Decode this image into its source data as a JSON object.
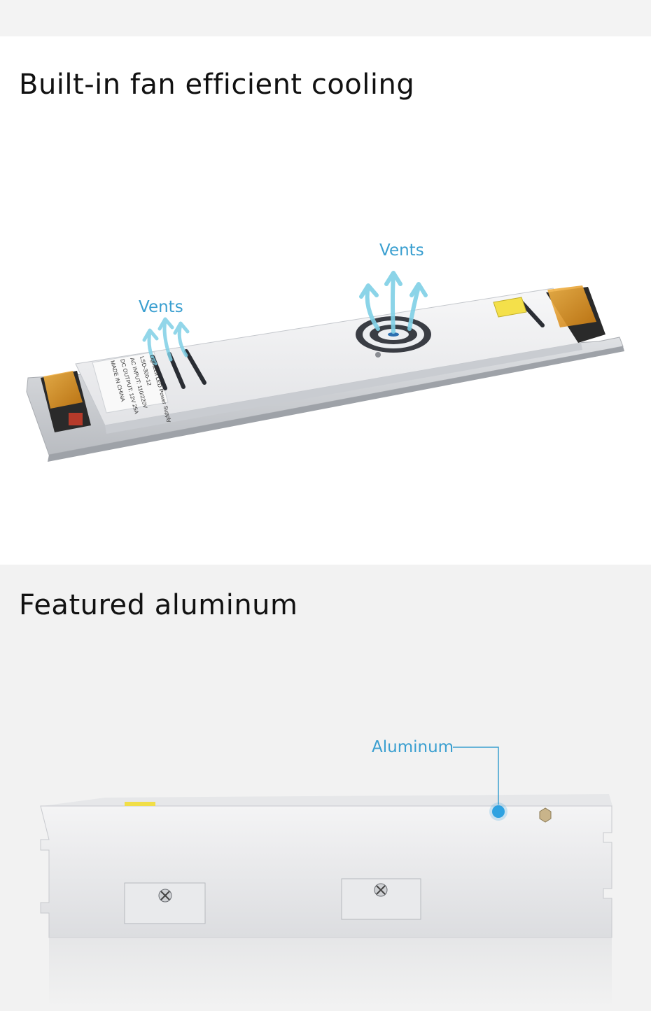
{
  "section_fan": {
    "title": "Built-in fan efficient cooling",
    "callout_left": "Vents",
    "callout_right": "Vents",
    "label_lines": [
      "Lightech LED Power Supply",
      "LSD-300-12",
      "AC INPUT: 110/220V",
      "DC OUTPUT: 12V 25A",
      "MADE IN CHINA"
    ]
  },
  "section_aluminum": {
    "title": "Featured aluminum",
    "callout": "Aluminum"
  },
  "colors": {
    "accent": "#3a9fd0",
    "terminal": "#e39a1c",
    "title": "#111111"
  }
}
